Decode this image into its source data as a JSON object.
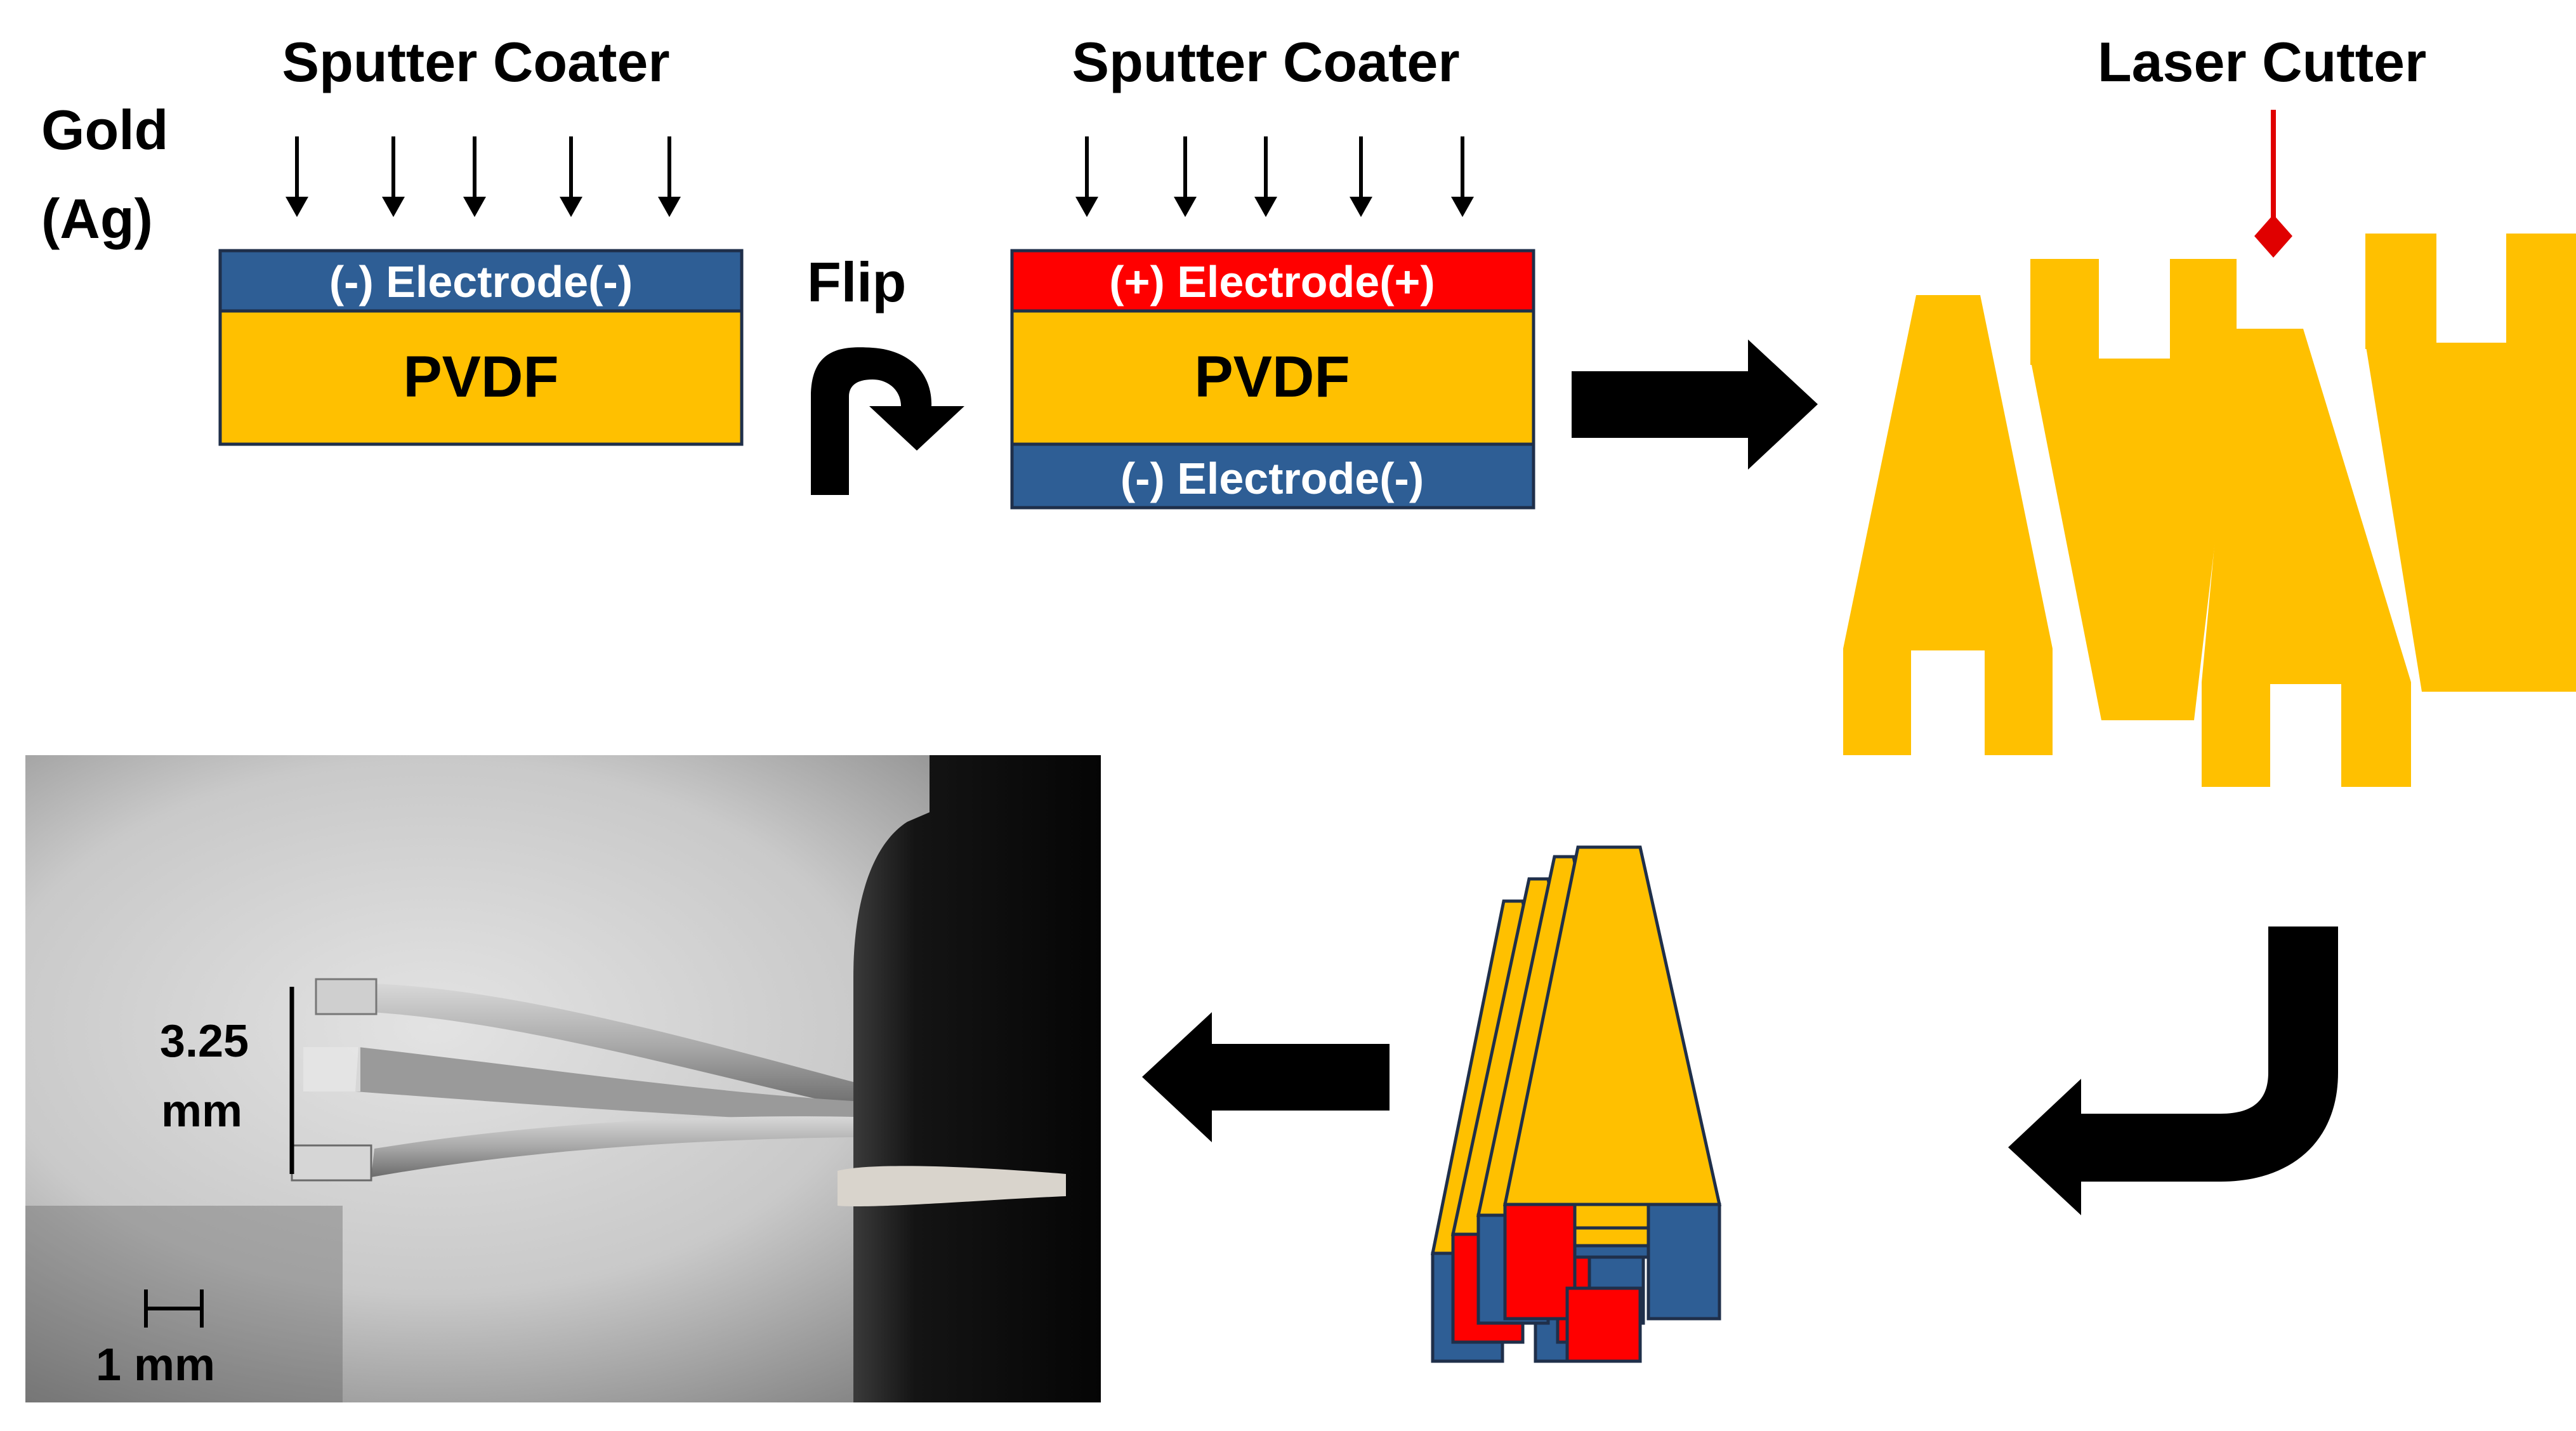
{
  "step1": {
    "title": "Sputter Coater",
    "material_line1": "Gold",
    "material_line2": "(Ag)",
    "electrode_top": "(-) Electrode(-)",
    "film": "PVDF"
  },
  "flip": {
    "label": "Flip"
  },
  "step2": {
    "title": "Sputter Coater",
    "electrode_top": "(+) Electrode(+)",
    "film": "PVDF",
    "electrode_bottom": "(-) Electrode(-)"
  },
  "step3": {
    "title": "Laser Cutter"
  },
  "photo": {
    "spacing_line1": "3.25",
    "spacing_line2": "mm",
    "scale_bar": "1 mm"
  },
  "colors": {
    "pvdf": "#FFC000",
    "negative_electrode": "#2E5E95",
    "positive_electrode": "#FF0000",
    "laser": "#E00000",
    "arrow": "#000000"
  }
}
